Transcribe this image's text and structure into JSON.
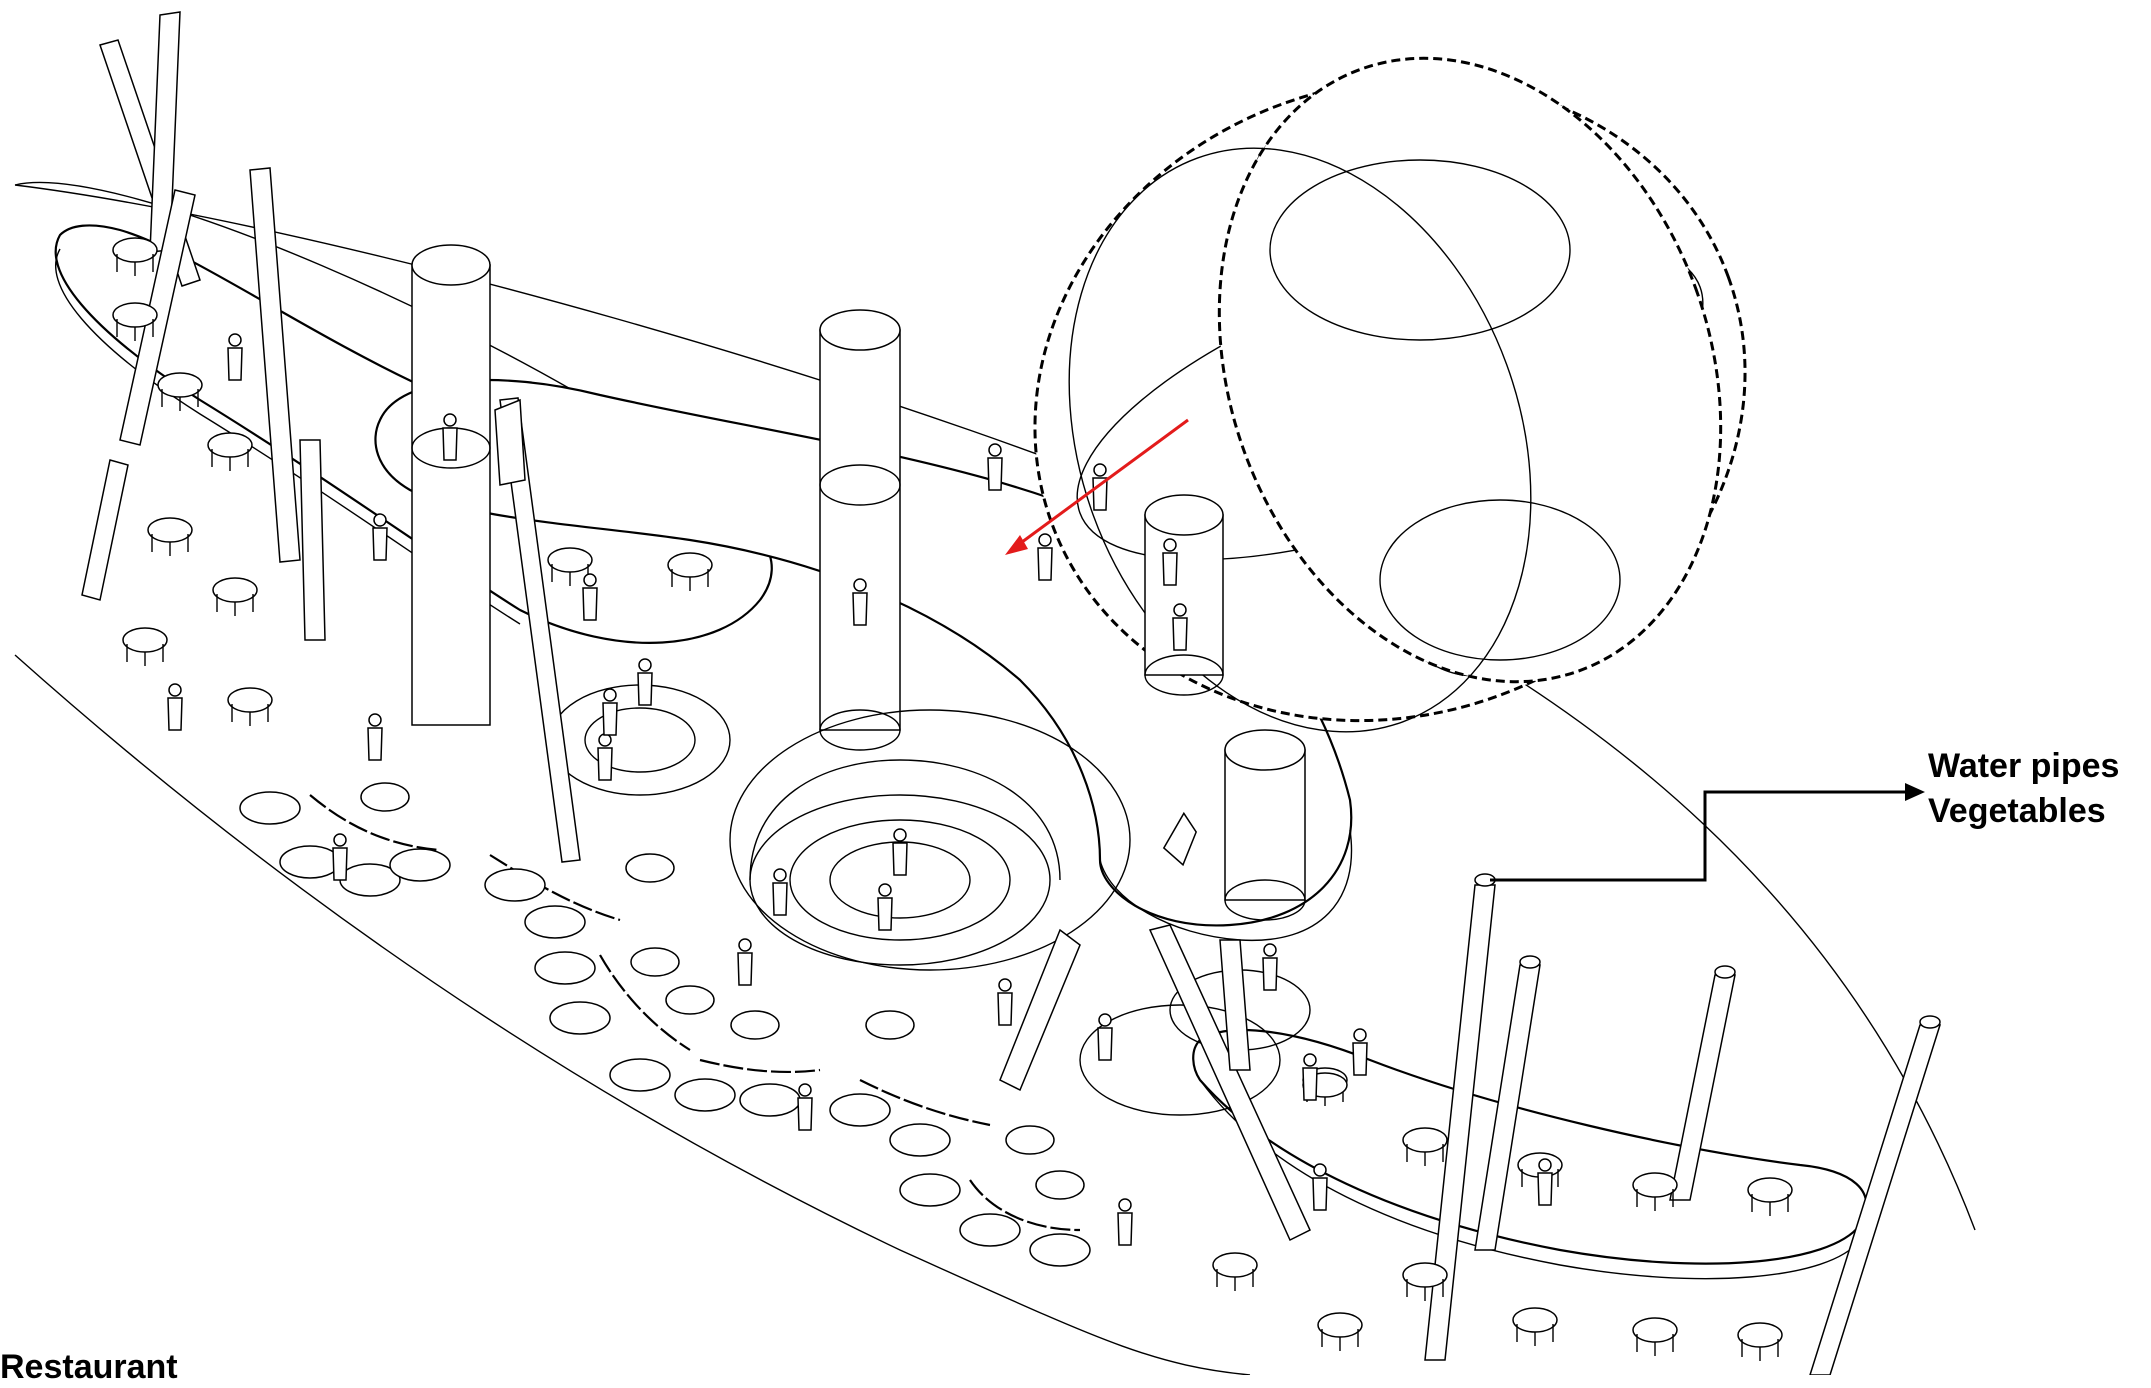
{
  "callouts": {
    "water_pipes": "Water pipes",
    "vegetables": "Vegetables",
    "restaurant": "Restaurant"
  },
  "colors": {
    "line": "#000000",
    "arrow_accent": "#e31b1b",
    "background": "#ffffff"
  }
}
